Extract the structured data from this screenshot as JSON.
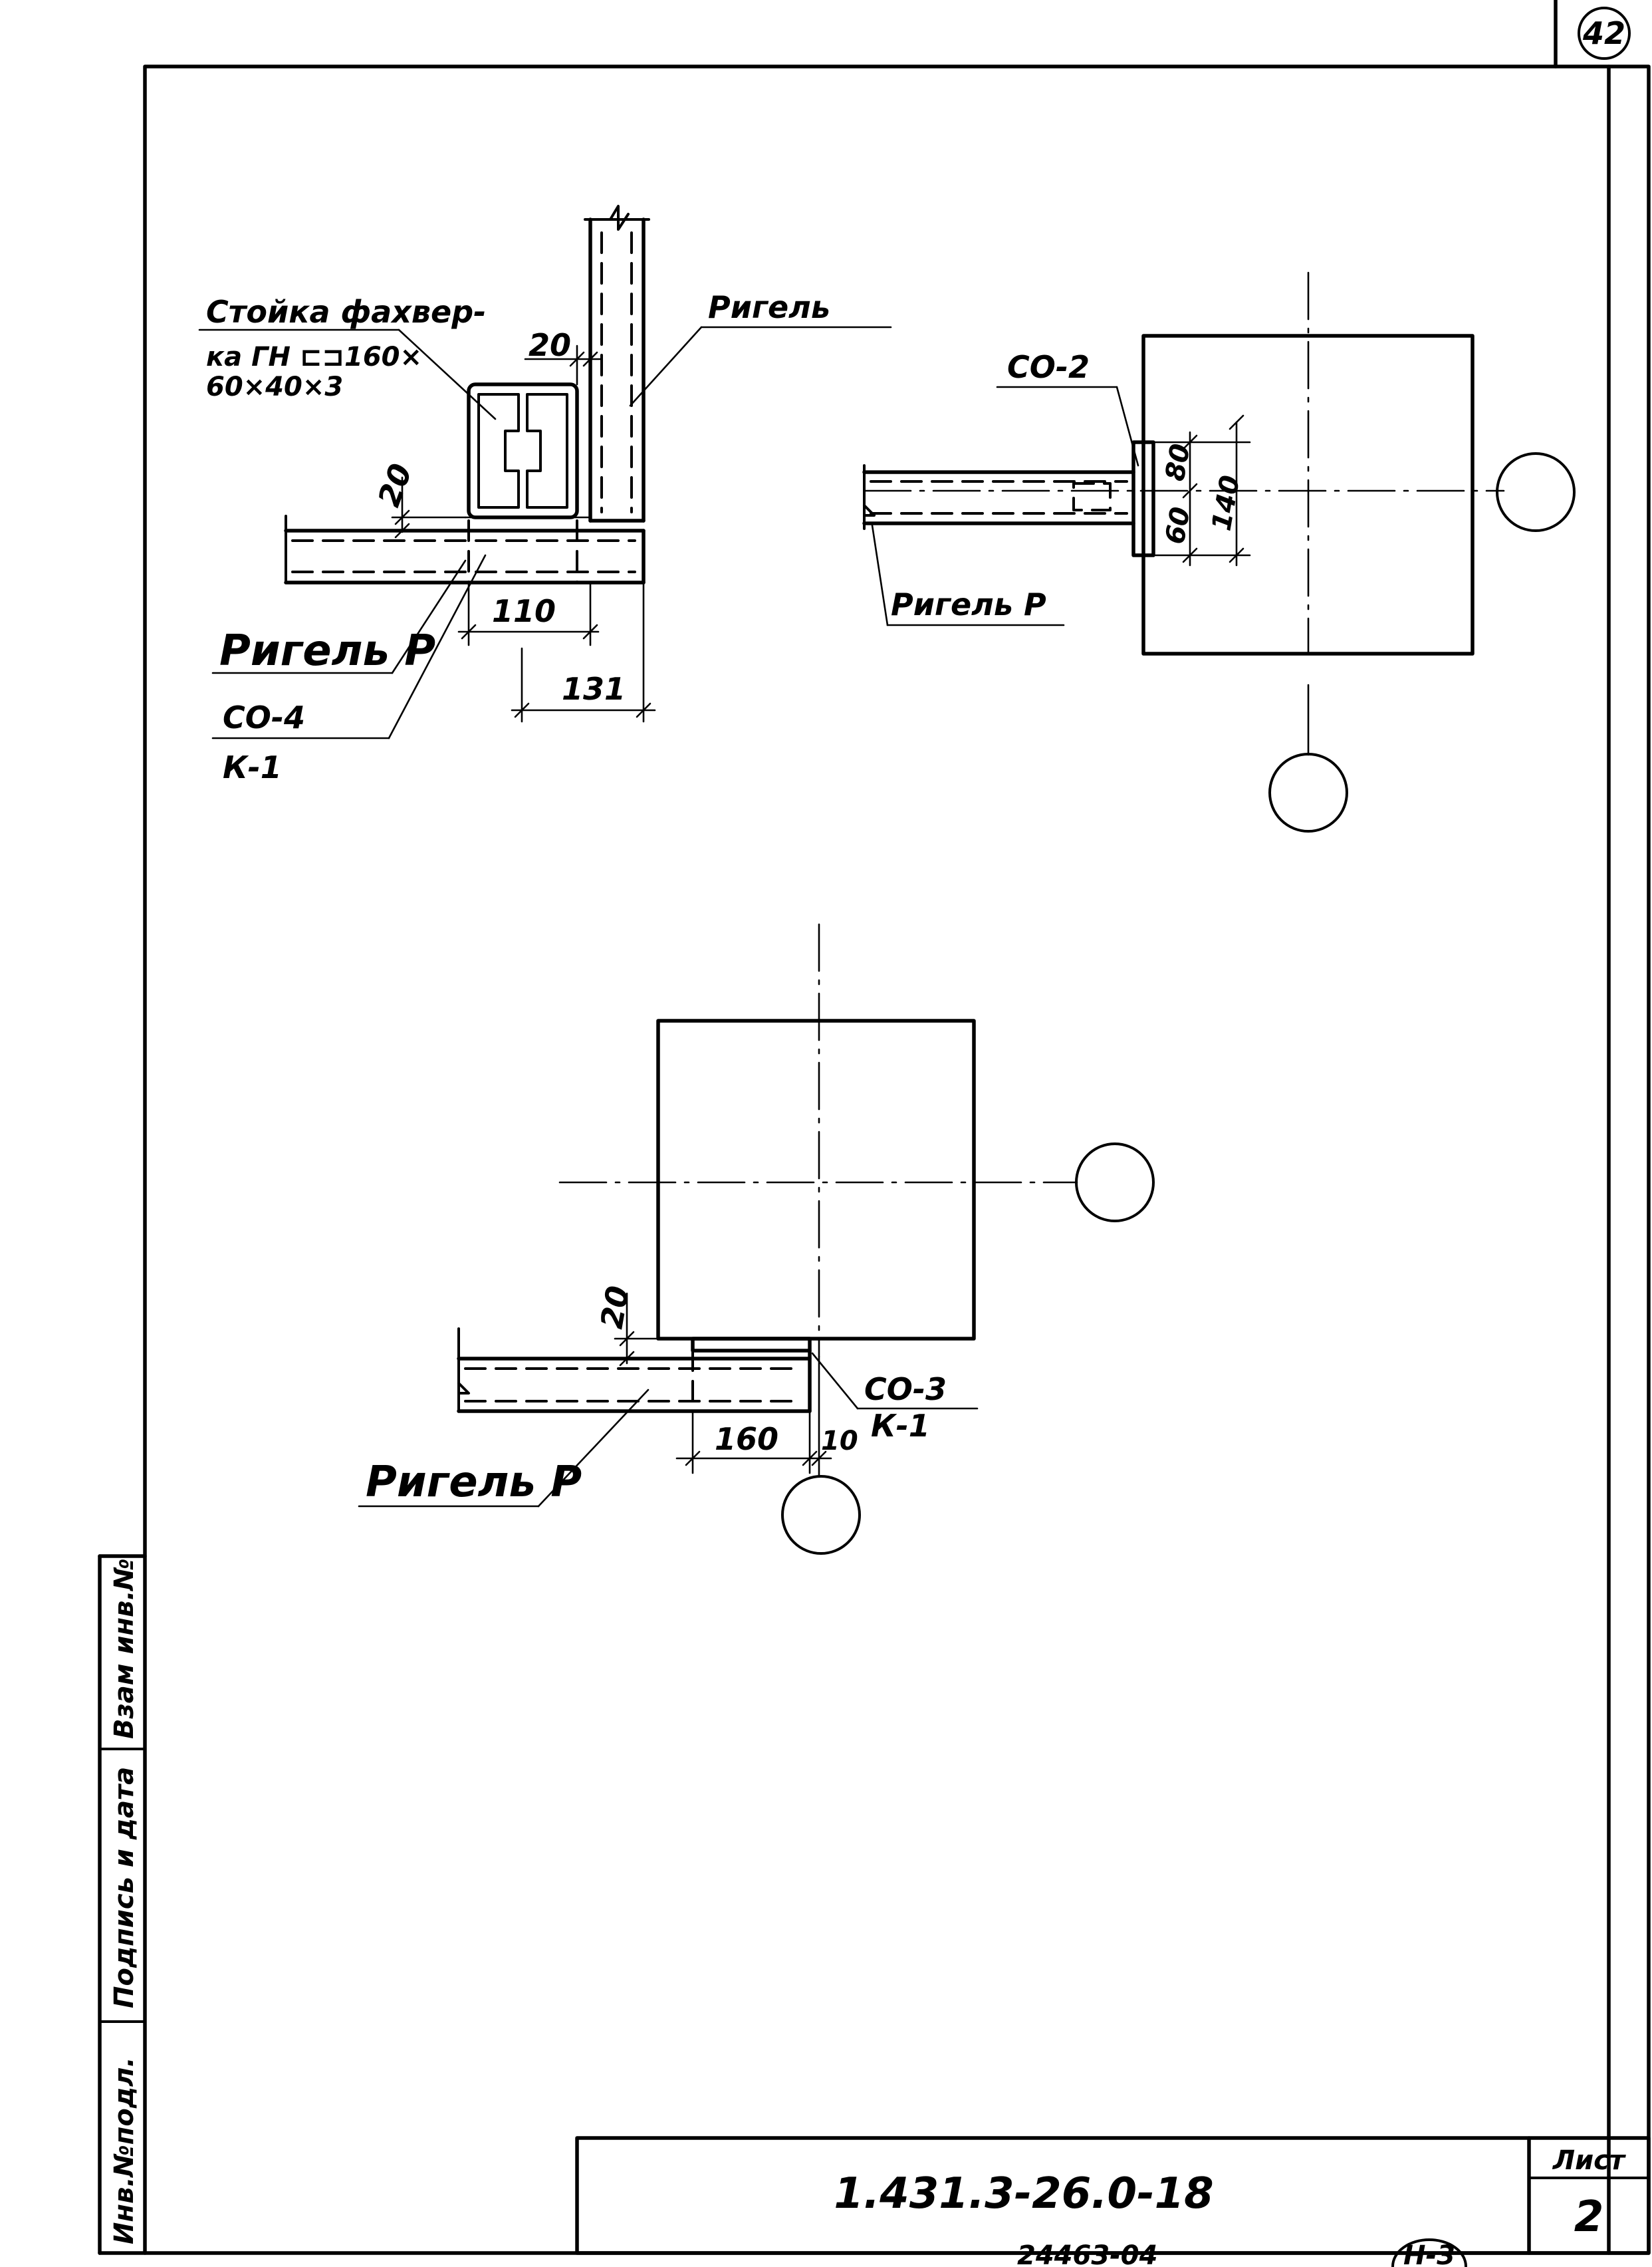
{
  "sheet": {
    "page_number": "42",
    "drawing_code": "1.431.3-26.0-18",
    "sheet_label": "Лист",
    "sheet_number": "2",
    "bottom_note": "24463-04",
    "bottom_circle": "Н-3",
    "side_stamp": {
      "inv_podl": "Инв.№подл.",
      "sign_date": "Подпись и дата",
      "vzam_inv": "Взам инв.№"
    }
  },
  "detail_top_left": {
    "callout_post": "Стойка фахвер-",
    "callout_post_line2": "ка ГН ⊏⊐160×",
    "callout_post_line3": "60×40×3",
    "label_rigel": "Ригель",
    "label_rigel_r": "Ригель Р",
    "label_co": "СО-4",
    "label_k": "К-1",
    "dim_20_top": "20",
    "dim_20_side": "20",
    "dim_110": "110",
    "dim_131": "131"
  },
  "detail_top_right": {
    "label_co": "СО-2",
    "label_rigel_r": "Ригель Р",
    "dim_80": "80",
    "dim_60": "60",
    "dim_140": "140"
  },
  "detail_bottom": {
    "label_co": "СО-3",
    "label_k": "К-1",
    "label_rigel_r": "Ригель Р",
    "dim_20": "20",
    "dim_160": "160",
    "dim_10": "10"
  }
}
